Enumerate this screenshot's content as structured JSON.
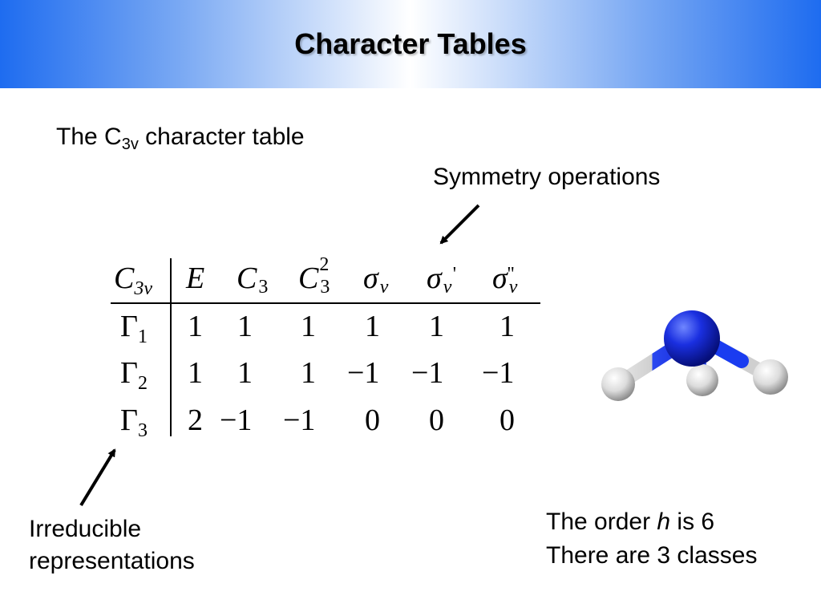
{
  "slide": {
    "title": "Character Tables",
    "subtitle_prefix": "The C",
    "subtitle_sub": "3v",
    "subtitle_suffix": " character table",
    "symmetry_label": "Symmetry operations",
    "irreducible_label_line1": "Irreducible",
    "irreducible_label_line2": "representations",
    "order_prefix": "The order ",
    "order_var": "h",
    "order_suffix": " is 6",
    "classes_text": "There are 3 classes"
  },
  "table": {
    "group": {
      "main": "C",
      "sub": "3v"
    },
    "headers": [
      {
        "main": "E",
        "sub": "",
        "sup": "",
        "prime": ""
      },
      {
        "main": "C",
        "sub": "3",
        "sup": "",
        "prime": ""
      },
      {
        "main": "C",
        "sub": "3",
        "sup": "2",
        "prime": ""
      },
      {
        "main": "σ",
        "sub": "v",
        "sup": "",
        "prime": ""
      },
      {
        "main": "σ",
        "sub": "v",
        "sup": "",
        "prime": "'"
      },
      {
        "main": "σ",
        "sub": "v",
        "sup": "",
        "prime": "''"
      }
    ],
    "rows": [
      {
        "label": "Γ",
        "sub": "1",
        "values": [
          "1",
          "1",
          "1",
          "1",
          "1",
          "1"
        ]
      },
      {
        "label": "Γ",
        "sub": "2",
        "values": [
          "1",
          "1",
          "1",
          "−1",
          "−1",
          "−1"
        ]
      },
      {
        "label": "Γ",
        "sub": "3",
        "values": [
          "2",
          "−1",
          "−1",
          "0",
          "0",
          "0"
        ]
      }
    ]
  },
  "colors": {
    "header_blue": "#1e6cf0",
    "nitrogen": "#1a2fe0",
    "bond_blue": "#1a3cf0",
    "hydrogen": "#dcdcdc"
  }
}
